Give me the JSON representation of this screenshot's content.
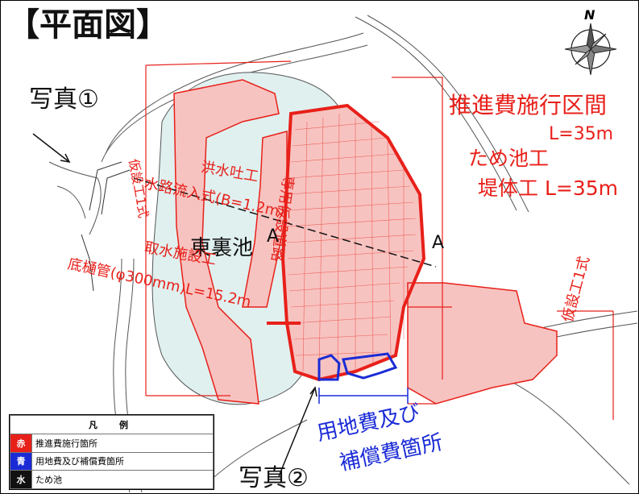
{
  "title": "【平面図】",
  "compass": {
    "label": "N",
    "icon": "compass-rose-icon"
  },
  "labels": {
    "photo1": "写真①",
    "photo2": "写真②",
    "pond_name": "東裏池",
    "section_title": "推進費施行区間",
    "section_length": "L=35m",
    "pond_work": "ため池工",
    "embankment": "堤体工 L=35m",
    "spillway": "洪水吐工",
    "channel_inlet": "水路流入式(B=1.2m)",
    "temp_works_left": "仮設工1式",
    "intake": "取水施設工",
    "bottom_pipe": "底樋管(φ300mm)L=15.2m",
    "temp_road": "専用仮設道路",
    "temp_works_right": "仮設工1式",
    "section_a_left": "A",
    "section_a_right": "A",
    "land_cost_line1": "用地費及び",
    "land_cost_line2": "補償費箇所"
  },
  "legend": {
    "title": "凡　例",
    "items": [
      {
        "key": "赤",
        "label": "推進費施行箇所",
        "color": "#e8201a"
      },
      {
        "key": "青",
        "label": "用地費及び補償費箇所",
        "color": "#1a2bd6"
      },
      {
        "key": "水",
        "label": "ため池",
        "color": "#111111"
      }
    ]
  },
  "colors": {
    "red": "#e8201a",
    "pink_fill": "#f7c3c0",
    "pond_fill": "#dff0ef",
    "blue": "#1a2bd6"
  }
}
